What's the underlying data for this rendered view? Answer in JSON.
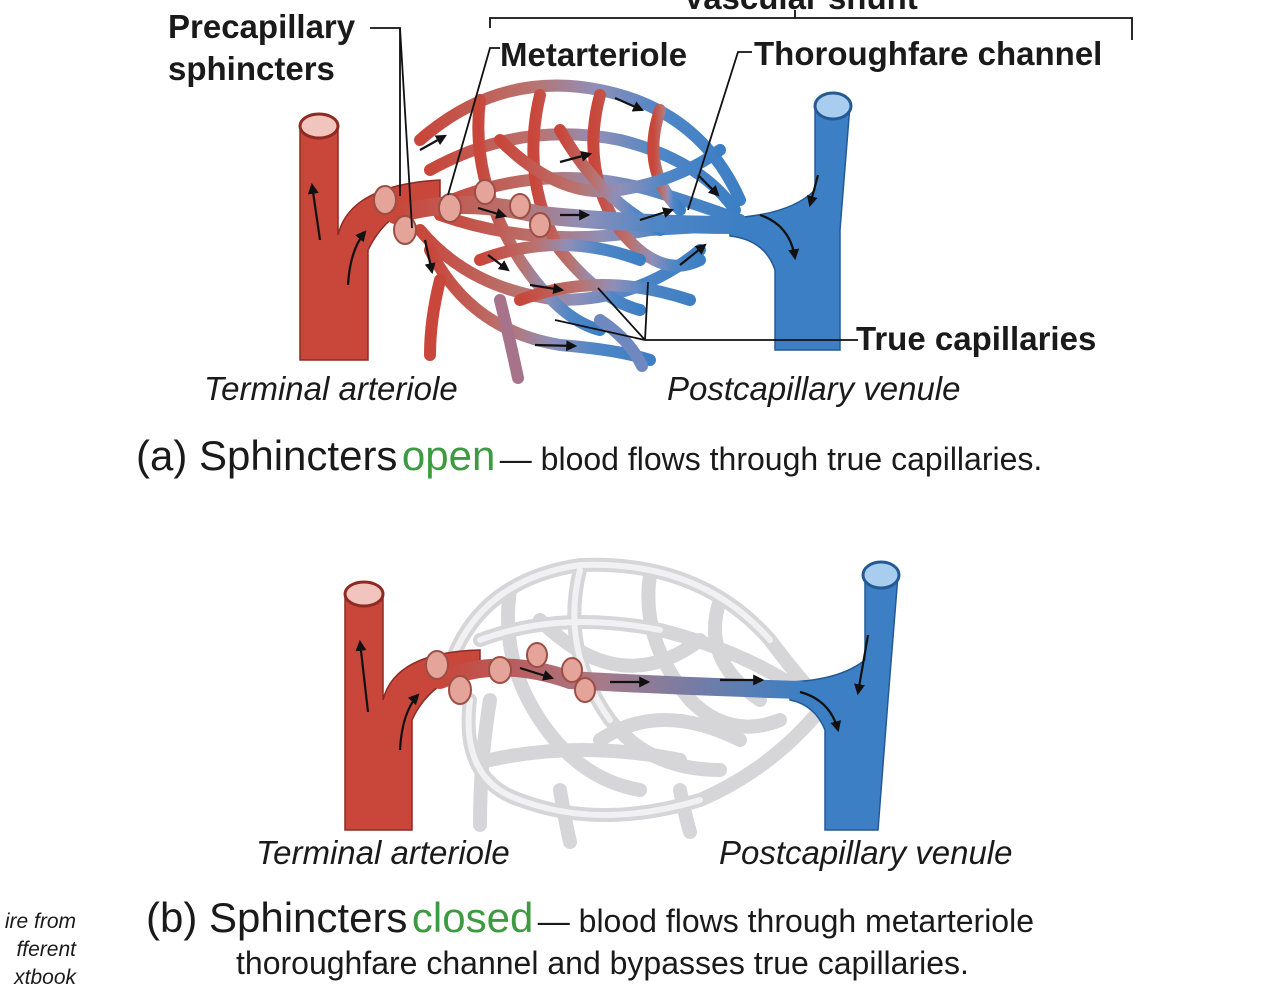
{
  "panel_a": {
    "label_vascular_shunt": "Vascular shunt",
    "label_precapillary_line1": "Precapillary",
    "label_precapillary_line2": "sphincters",
    "label_metarteriole": "Metarteriole",
    "label_thoroughfare": "Thoroughfare channel",
    "label_true_capillaries": "True capillaries",
    "label_terminal_arteriole": "Terminal arteriole",
    "label_postcapillary_venule": "Postcapillary venule",
    "caption_prefix": "(a) Sphincters",
    "caption_status": "open",
    "caption_rest": "— blood flows through true capillaries."
  },
  "panel_b": {
    "label_terminal_arteriole": "Terminal arteriole",
    "label_postcapillary_venule": "Postcapillary venule",
    "caption_prefix": "(b) Sphincters",
    "caption_status": "closed",
    "caption_rest_line1": "— blood flows through metarteriole",
    "caption_rest_line2": "thoroughfare channel and bypasses true capillaries."
  },
  "side_note": {
    "line1": "ire from",
    "line2": "fferent",
    "line3": "xtbook"
  },
  "colors": {
    "artery": "#c8463a",
    "vein": "#3d7fc4",
    "capillary_closed": "#e3e3e5",
    "status_green": "#3d9a41"
  }
}
